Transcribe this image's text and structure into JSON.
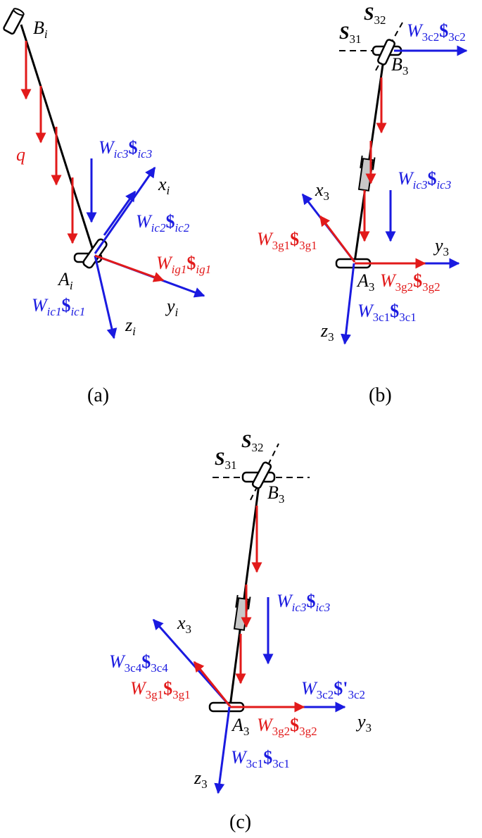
{
  "colors": {
    "force": "#e21a1a",
    "constraint": "#1a1ae0",
    "link": "#000000"
  },
  "panels": [
    {
      "caption": "(a)",
      "points": {
        "top": [
          "B",
          "i"
        ],
        "bottom": [
          "A",
          "i"
        ]
      },
      "axes": {
        "x": [
          "x",
          "i"
        ],
        "y": [
          "y",
          "i"
        ],
        "z": [
          "z",
          "i"
        ]
      },
      "distributed_load": "q",
      "wrenches": {
        "c1": [
          "W",
          "ic1",
          "$",
          "ic1"
        ],
        "c2": [
          "W",
          "ic2",
          "$",
          "ic2"
        ],
        "c3": [
          "W",
          "ic3",
          "$",
          "ic3"
        ],
        "g1": [
          "W",
          "ig1",
          "$",
          "ig1"
        ]
      }
    },
    {
      "caption": "(b)",
      "points": {
        "top": [
          "B",
          "3"
        ],
        "bottom": [
          "A",
          "3"
        ]
      },
      "joint_axes": {
        "s31": [
          "S",
          "31"
        ],
        "s32": [
          "S",
          "32"
        ]
      },
      "axes": {
        "x": [
          "x",
          "3"
        ],
        "y": [
          "y",
          "3"
        ],
        "z": [
          "z",
          "3"
        ]
      },
      "wrenches": {
        "c1": [
          "W",
          "3c1",
          "$",
          "3c1"
        ],
        "c2": [
          "W",
          "3c2",
          "$",
          "3c2"
        ],
        "c3": [
          "W",
          "ic3",
          "$",
          "ic3"
        ],
        "g1": [
          "W",
          "3g1",
          "$",
          "3g1"
        ],
        "g2": [
          "W",
          "3g2",
          "$",
          "3g2"
        ]
      }
    },
    {
      "caption": "(c)",
      "points": {
        "top": [
          "B",
          "3"
        ],
        "bottom": [
          "A",
          "3"
        ]
      },
      "joint_axes": {
        "s31": [
          "S",
          "31"
        ],
        "s32": [
          "S",
          "32"
        ]
      },
      "axes": {
        "x": [
          "x",
          "3"
        ],
        "y": [
          "y",
          "3"
        ],
        "z": [
          "z",
          "3"
        ]
      },
      "wrenches": {
        "c1": [
          "W",
          "3c1",
          "$",
          "3c1"
        ],
        "c2": [
          "W",
          "3c2",
          "$'",
          "3c2"
        ],
        "c3": [
          "W",
          "ic3",
          "$",
          "ic3"
        ],
        "c4": [
          "W",
          "3c4",
          "$",
          "3c4"
        ],
        "g1": [
          "W",
          "3g1",
          "$",
          "3g1"
        ],
        "g2": [
          "W",
          "3g2",
          "$",
          "3g2"
        ]
      }
    }
  ]
}
